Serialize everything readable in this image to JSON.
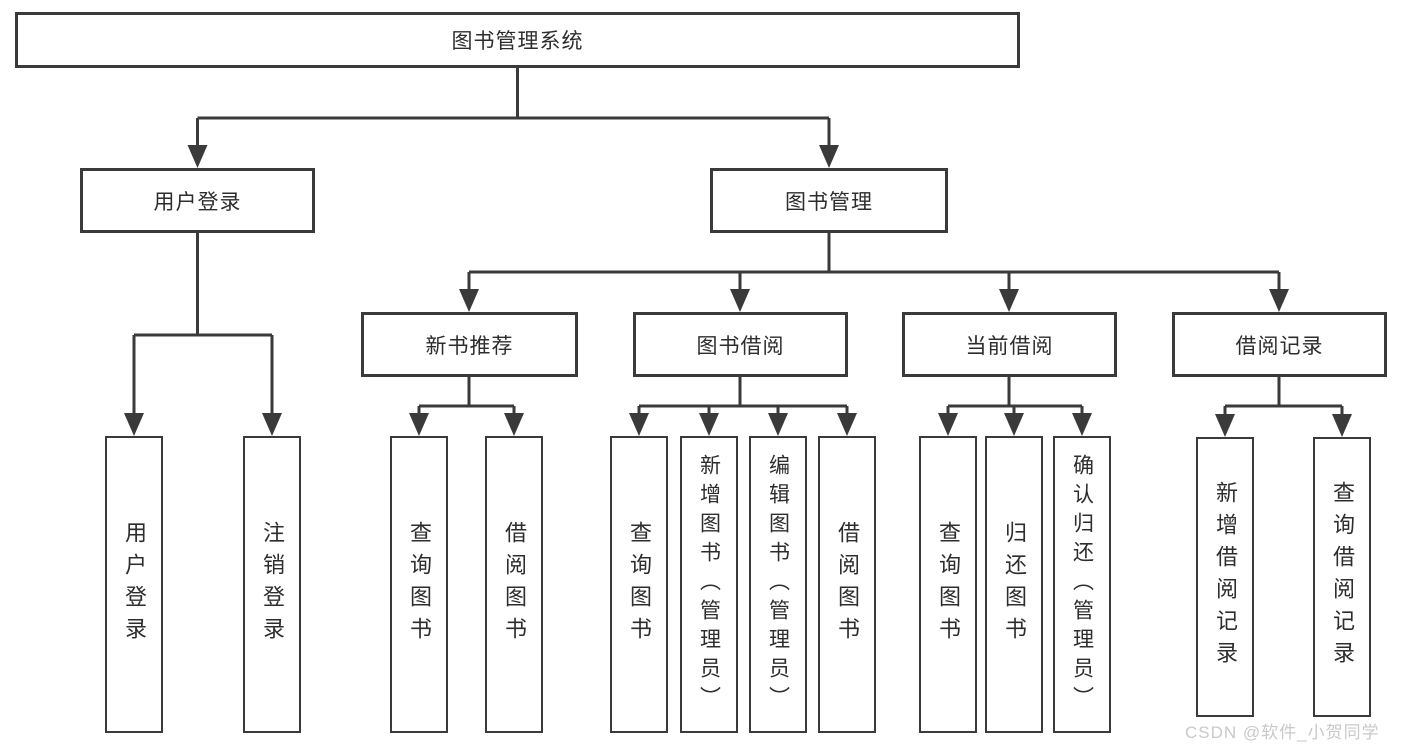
{
  "diagram": {
    "title": "图书管理系统",
    "user_login_branch": {
      "label": "用户登录",
      "children": [
        "用户登录",
        "注销登录"
      ]
    },
    "book_mgmt_branch": {
      "label": "图书管理",
      "sections": [
        {
          "label": "新书推荐",
          "children": [
            "查询图书",
            "借阅图书"
          ]
        },
        {
          "label": "图书借阅",
          "children": [
            "查询图书",
            "新增图书（管理员）",
            "编辑图书（管理员）",
            "借阅图书"
          ]
        },
        {
          "label": "当前借阅",
          "children": [
            "查询图书",
            "归还图书",
            "确认归还（管理员）"
          ]
        },
        {
          "label": "借阅记录",
          "children": [
            "新增借阅记录",
            "查询借阅记录"
          ]
        }
      ]
    }
  },
  "watermark": "CSDN @软件_小贺同学",
  "colors": {
    "line": "#3a3a3a",
    "text": "#2d2d2d",
    "box_background": "#ffffff",
    "page_background": "#ffffff",
    "watermark": "#c9c9c9"
  }
}
